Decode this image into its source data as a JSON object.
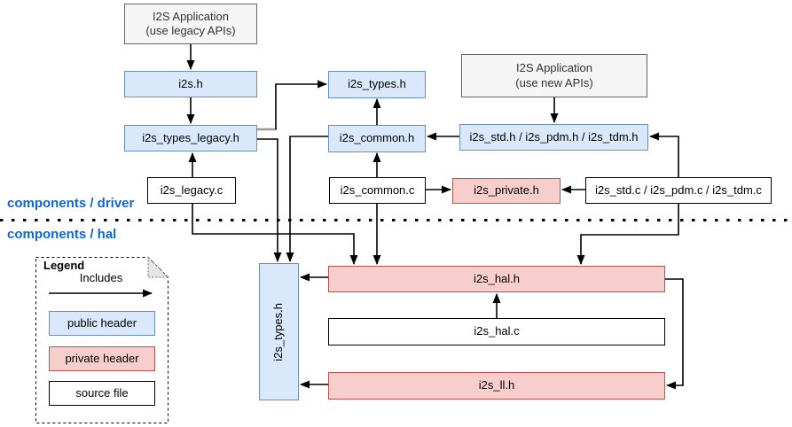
{
  "sections": {
    "driver_label": "components / driver",
    "hal_label": "components / hal"
  },
  "legend": {
    "title": "Legend",
    "arrow_label": "Includes",
    "public_header": "public header",
    "private_header": "private header",
    "source_file": "source file"
  },
  "nodes": {
    "app_legacy": {
      "line1": "I2S Application",
      "line2": "(use legacy APIs)"
    },
    "app_new": {
      "line1": "I2S Application",
      "line2": "(use new APIs)"
    },
    "i2s_h": {
      "label": "i2s.h"
    },
    "i2s_types_legacy_h": {
      "label": "i2s_types_legacy.h"
    },
    "i2s_legacy_c": {
      "label": "i2s_legacy.c"
    },
    "i2s_types_h": {
      "label": "i2s_types.h"
    },
    "i2s_common_h": {
      "label": "i2s_common.h"
    },
    "i2s_common_c": {
      "label": "i2s_common.c"
    },
    "i2s_std_pdm_tdm_h": {
      "label": "i2s_std.h / i2s_pdm.h / i2s_tdm.h"
    },
    "i2s_private_h": {
      "label": "i2s_private.h"
    },
    "i2s_std_pdm_tdm_c": {
      "label": "i2s_std.c / i2s_pdm.c / i2s_tdm.c"
    },
    "hal_i2s_types_h": {
      "label": "i2s_types.h"
    },
    "i2s_hal_h": {
      "label": "i2s_hal.h"
    },
    "i2s_hal_c": {
      "label": "i2s_hal.c"
    },
    "i2s_ll_h": {
      "label": "i2s_ll.h"
    }
  },
  "colors": {
    "public_header_fill": "#dae8fc",
    "public_header_stroke": "#6c8ebf",
    "private_header_fill": "#f8cecc",
    "private_header_stroke": "#b85450",
    "app_fill": "#f5f5f5",
    "app_stroke": "#666666",
    "source_fill": "#ffffff",
    "source_stroke": "#000000",
    "section_label": "#1266cc",
    "edge": "#000000"
  }
}
